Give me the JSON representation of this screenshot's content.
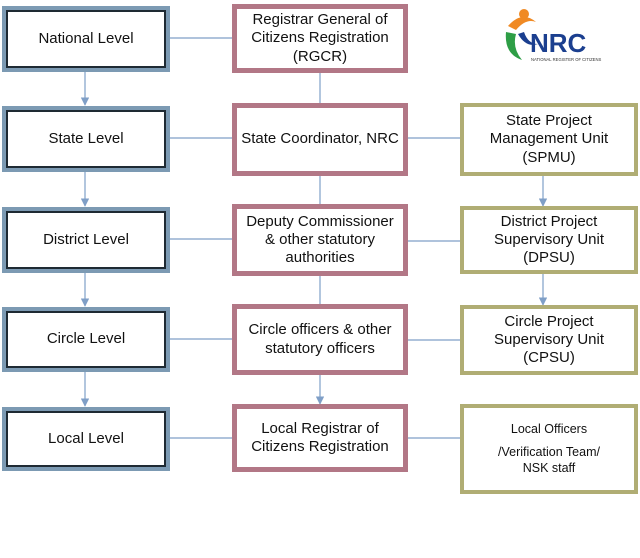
{
  "levels": [
    "National Level",
    "State Level",
    "District Level",
    "Circle Level",
    "Local Level"
  ],
  "authorities": [
    [
      "Registrar General of",
      "Citizens Registration",
      "(RGCR)"
    ],
    [
      "State Coordinator, NRC"
    ],
    [
      "Deputy Commissioner",
      "& other statutory",
      "authorities"
    ],
    [
      "Circle officers & other",
      "statutory officers"
    ],
    [
      "Local Registrar of",
      "Citizens Registration"
    ]
  ],
  "units": [
    [
      "State Project",
      "Management Unit",
      "(SPMU)"
    ],
    [
      "District Project",
      "Supervisory Unit (DPSU)"
    ],
    [
      "Circle Project",
      "Supervisory Unit (CPSU)"
    ],
    [
      "Local Officers",
      "/Verification Team/",
      "NSK staff"
    ]
  ],
  "logo": {
    "text": "NRC",
    "caption": "NATIONAL REGISTER OF CITIZENS",
    "colors": {
      "saffron": "#f08a24",
      "green": "#2e9e46",
      "blue": "#1b3f8f"
    }
  },
  "colors": {
    "level_border": "#7c9ab3",
    "authority_border": "#b27786",
    "unit_border": "#b0ad74",
    "connector": "#7f9fc7"
  }
}
